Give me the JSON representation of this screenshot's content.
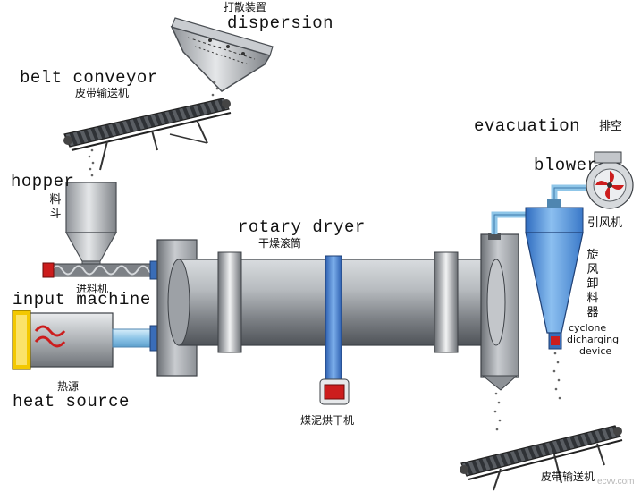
{
  "labels": {
    "dispersion_zh": "打散装置",
    "dispersion_en": "dispersion",
    "belt_conveyor_en": "belt conveyor",
    "belt_conveyor_zh": "皮带输送机",
    "evacuation_en": "evacuation",
    "evacuation_zh": "排空",
    "blower_en": "blower",
    "blower_zh": "引风机",
    "hopper_en": "hopper",
    "hopper_zh": "料斗",
    "rotary_dryer_en": "rotary dryer",
    "rotary_dryer_zh": "干燥滚筒",
    "input_machine_zh": "进料机",
    "input_machine_en": "input machine",
    "cyclone_zh": "旋风卸料器",
    "cyclone_en_1": "cyclone",
    "cyclone_en_2": "dicharging",
    "cyclone_en_3": "device",
    "heat_source_zh": "热源",
    "heat_source_en": "heat source",
    "sludge_dryer_zh": "煤泥烘干机",
    "bottom_conveyor_zh": "皮带输送机",
    "watermark": "ecvv.com"
  },
  "colors": {
    "steel_light": "#e4e6e8",
    "steel_mid": "#a9adb1",
    "steel_dark": "#5d6166",
    "pipe_blue": "#8fc6e8",
    "cyclone_blue": "#4f8fd6",
    "accent_red": "#cc1d1d",
    "flame_yellow": "#f3c800"
  }
}
